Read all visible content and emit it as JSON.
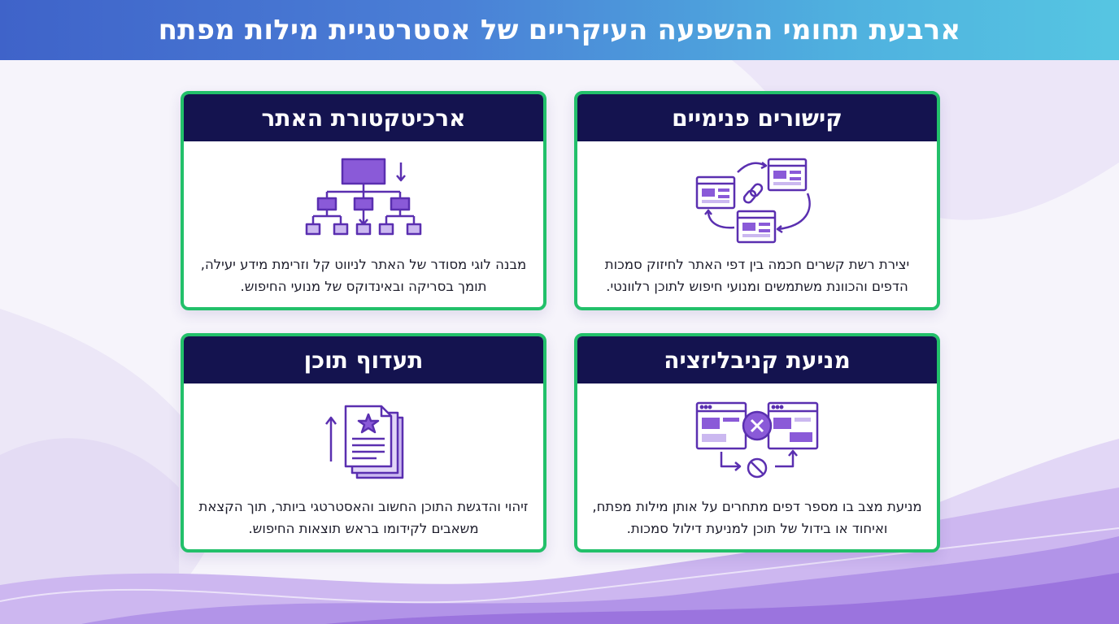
{
  "page": {
    "title": "ארבעת תחומי ההשפעה העיקריים של אסטרטגיית מילות מפתח"
  },
  "cards": [
    {
      "title": "קישורים פנימיים",
      "icon": "linked-pages-icon",
      "text": "יצירת רשת קשרים חכמה בין דפי האתר לחיזוק סמכות הדפים והכוונת משתמשים ומנועי חיפוש לתוכן רלוונטי."
    },
    {
      "title": "ארכיטקטורת האתר",
      "icon": "sitemap-hierarchy-icon",
      "text": "מבנה לוגי מסודר של האתר לניווט קל וזרימת מידע יעילה, תומך בסריקה ובאינדוקס של מנועי החיפוש."
    },
    {
      "title": "מניעת קניבליזציה",
      "icon": "conflicting-pages-icon",
      "text": "מניעת מצב בו מספר דפים מתחרים על אותן מילות מפתח, ואיחוד או בידול של תוכן למניעת דילול סמכות."
    },
    {
      "title": "תעדוף תוכן",
      "icon": "starred-documents-icon",
      "text": "זיהוי והדגשת התוכן החשוב והאסטרטגי ביותר, תוך הקצאת משאבים לקידומו בראש תוצאות החיפוש."
    }
  ],
  "colors": {
    "header_gradient_start": "#3f63c9",
    "header_gradient_end": "#56c6e2",
    "card_border": "#22c06a",
    "card_title_bg": "#14134f",
    "icon_purple": "#7a4fd0",
    "icon_light": "#cbb8f0",
    "wave_purple": "#a985e4"
  }
}
